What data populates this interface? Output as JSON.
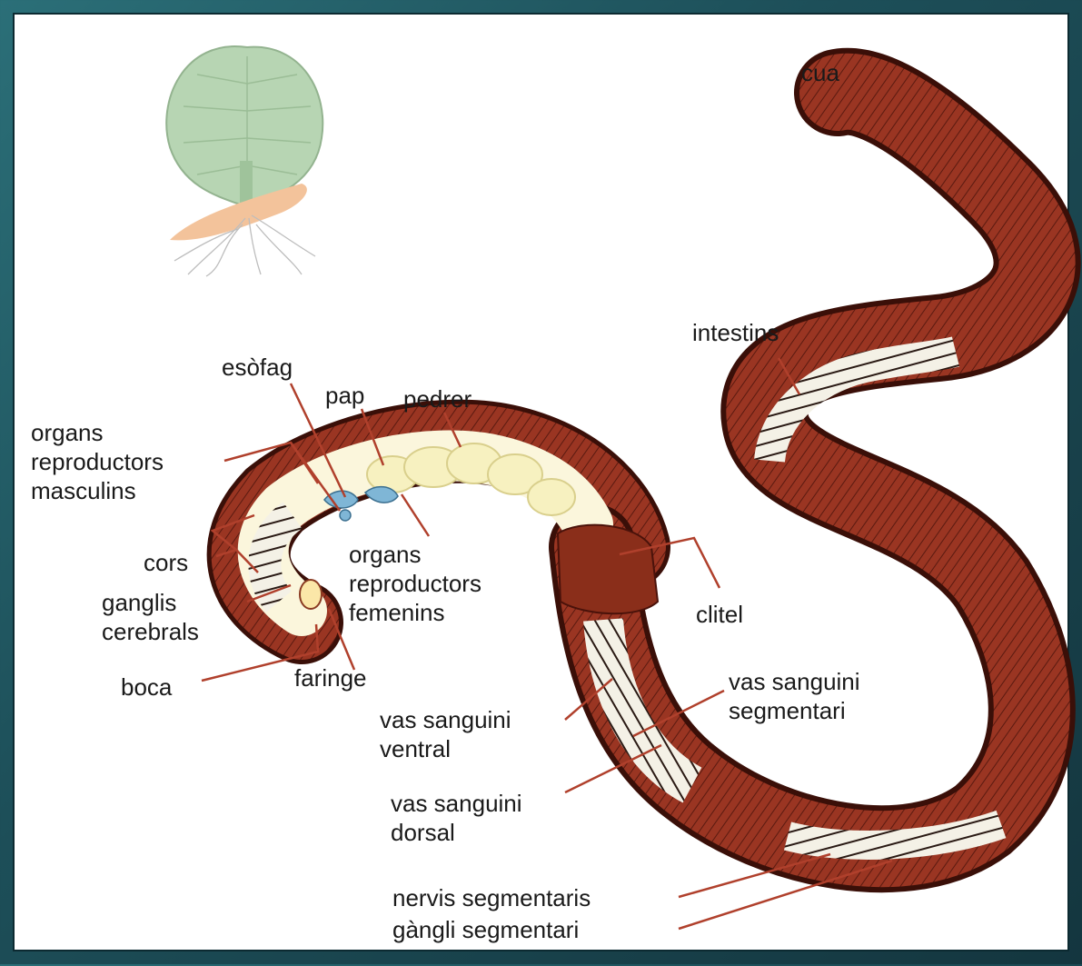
{
  "diagram": {
    "labels": {
      "cua": "cua",
      "intestins": "intestins",
      "esofag": "esòfag",
      "pap": "pap",
      "pedrer": "pedrer",
      "organs_masc": [
        "organs",
        "reproductors",
        "masculins"
      ],
      "cors": "cors",
      "ganglis": [
        "ganglis",
        "cerebrals"
      ],
      "boca": "boca",
      "faringe": "faringe",
      "organs_fem": [
        "organs",
        "reproductors",
        "femenins"
      ],
      "clitel": "clitel",
      "vas_ventral": [
        "vas sanguini",
        "ventral"
      ],
      "vas_segmentari": [
        "vas sanguini",
        "segmentari"
      ],
      "vas_dorsal": [
        "vas sanguini",
        "dorsal"
      ],
      "nervis": "nervis segmentaris",
      "gangli_seg": "gàngli segmentari"
    },
    "colors": {
      "body": "#9a3522",
      "body_dark": "#5a1a10",
      "leader": "#b0402c",
      "gut": "#f7f3d6"
    },
    "logo_icon": "tree-leaf-logo-icon"
  }
}
